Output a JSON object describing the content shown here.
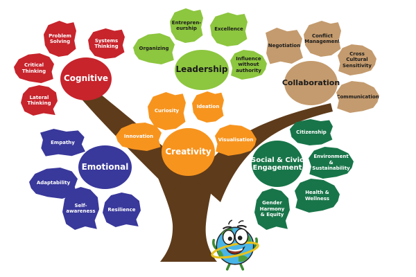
{
  "diagram": {
    "type": "skills-tree",
    "clusters": [
      {
        "id": "cognitive",
        "label": "Cognitive",
        "color": "#c7242c",
        "text_color": "#ffffff",
        "leaves": [
          {
            "label": "Problem\nSolving"
          },
          {
            "label": "Systems\nThinking"
          },
          {
            "label": "Critical\nThinking"
          },
          {
            "label": "Lateral\nThinking"
          }
        ]
      },
      {
        "id": "leadership",
        "label": "Leadership",
        "color": "#8dc63f",
        "text_color": "#1a1a1a",
        "leaves": [
          {
            "label": "Entrepren-\neurship"
          },
          {
            "label": "Excellence"
          },
          {
            "label": "Organizing"
          },
          {
            "label": "Influence\nwithout\nauthority"
          }
        ]
      },
      {
        "id": "collaboration",
        "label": "Collaboration",
        "color": "#c49b6e",
        "text_color": "#1a1a1a",
        "leaves": [
          {
            "label": "Negotiation"
          },
          {
            "label": "Conflict\nManagement"
          },
          {
            "label": "Cross\nCultural\nSensitivity"
          },
          {
            "label": "Communication"
          }
        ]
      },
      {
        "id": "creativity",
        "label": "Creativity",
        "color": "#f7941e",
        "text_color": "#ffffff",
        "leaves": [
          {
            "label": "Curiosity"
          },
          {
            "label": "Ideation"
          },
          {
            "label": "Innovation"
          },
          {
            "label": "Visualisation"
          }
        ]
      },
      {
        "id": "emotional",
        "label": "Emotional",
        "color": "#39389b",
        "text_color": "#ffffff",
        "leaves": [
          {
            "label": "Empathy"
          },
          {
            "label": "Adaptability"
          },
          {
            "label": "Self-\nawareness"
          },
          {
            "label": "Resilience"
          }
        ]
      },
      {
        "id": "social-civic",
        "label": "Social & Civic\nEngagement",
        "color": "#187549",
        "text_color": "#ffffff",
        "leaves": [
          {
            "label": "Citizenship"
          },
          {
            "label": "Environment &\nSustainability"
          },
          {
            "label": "Health &\nWellness"
          },
          {
            "label": "Gender\nHarmony\n& Equity"
          }
        ]
      }
    ],
    "tree": {
      "trunk_color": "#5e3b1a"
    },
    "mascot": {
      "name": "earth-globe-character",
      "body_color": "#49b5e7",
      "land_color": "#4d9e3d",
      "ring_color": "#e8c21c",
      "outline_color": "#222222"
    }
  }
}
